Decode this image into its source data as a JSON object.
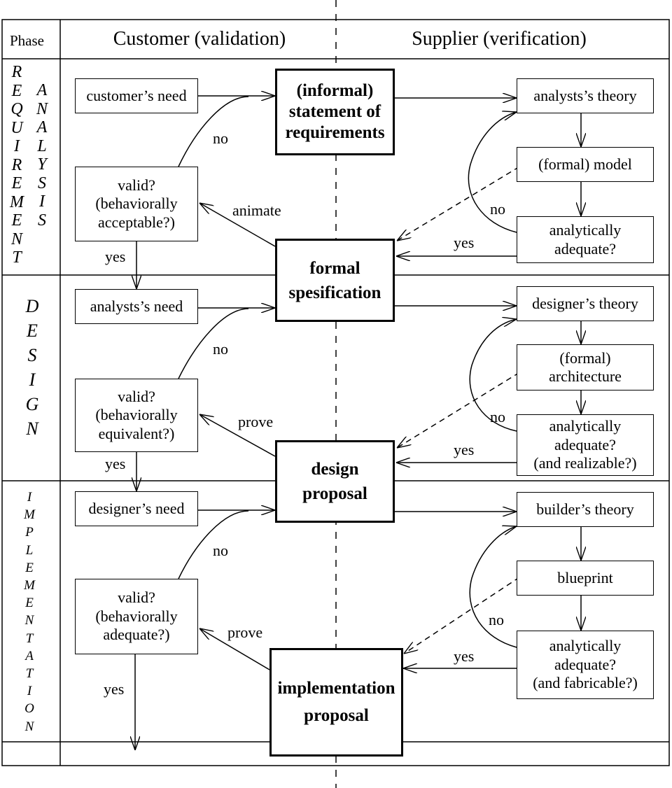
{
  "header": {
    "phase": "Phase",
    "customer": "Customer (validation)",
    "supplier": "Supplier (verification)"
  },
  "phases": {
    "requirement": [
      "R",
      "E",
      "Q",
      "U",
      "I",
      "R",
      "E",
      "M",
      "E",
      "N",
      "T"
    ],
    "analysis": [
      "A",
      "N",
      "A",
      "L",
      "Y",
      "S",
      "I",
      "S"
    ],
    "design": [
      "D",
      "E",
      "S",
      "I",
      "G",
      "N"
    ],
    "implementation": [
      "I",
      "M",
      "P",
      "L",
      "E",
      "M",
      "E",
      "N",
      "T",
      "A",
      "T",
      "I",
      "O",
      "N"
    ]
  },
  "customer": {
    "need1": "customer’s need",
    "valid1": [
      "valid?",
      "(behaviorally",
      "acceptable?)"
    ],
    "need2": "analysts’s need",
    "valid2": [
      "valid?",
      "(behaviorally",
      "equivalent?)"
    ],
    "need3": "designer’s need",
    "valid3": [
      "valid?",
      "(behaviorally",
      "adequate?)"
    ]
  },
  "center": {
    "stmt": [
      "(informal)",
      "statement of",
      "requirements"
    ],
    "spec": [
      "formal",
      "spesification"
    ],
    "design": [
      "design",
      "proposal"
    ],
    "impl": [
      "implementation",
      "proposal"
    ]
  },
  "supplier": {
    "theory1": "analysts’s theory",
    "model1": "(formal) model",
    "adequate1": [
      "analytically",
      "adequate?"
    ],
    "theory2": "designer’s theory",
    "model2": [
      "(formal)",
      "architecture"
    ],
    "adequate2": [
      "analytically",
      "adequate?",
      "(and realizable?)"
    ],
    "theory3": "builder’s theory",
    "model3": "blueprint",
    "adequate3": [
      "analytically",
      "adequate?",
      "(and fabricable?)"
    ]
  },
  "labels": {
    "no": "no",
    "yes": "yes",
    "animate": "animate",
    "prove": "prove"
  }
}
